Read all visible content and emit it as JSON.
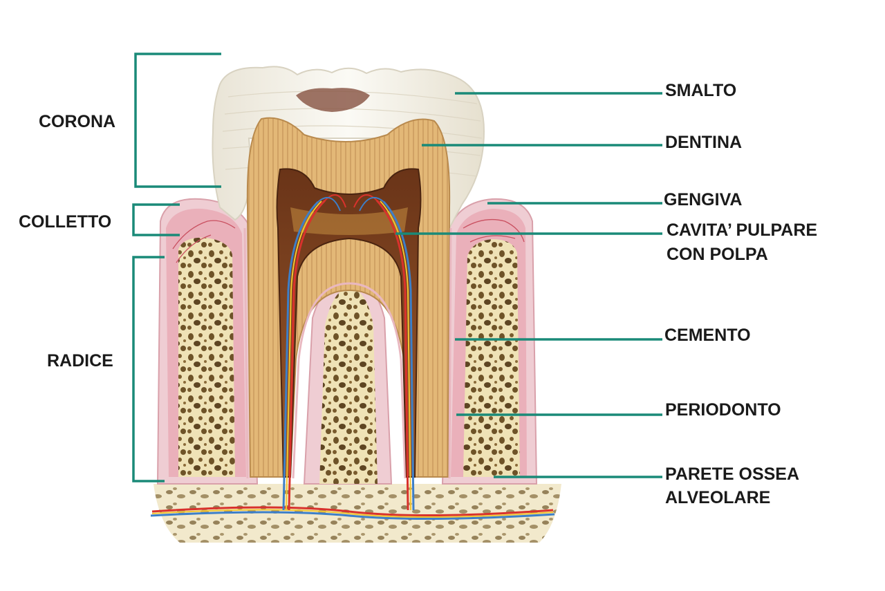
{
  "colors": {
    "leader": "#1a8a78",
    "enamel": "#f7f4ec",
    "dentin": "#e0b574",
    "pulp": "#8a4a2a",
    "gum": "#e8a3ae",
    "bone": "#eee0b4",
    "bone_pores": "#6e5328",
    "artery": "#d8322c",
    "vein": "#3d7fc8",
    "nerve": "#f2c531"
  },
  "left_labels": {
    "corona": "CORONA",
    "colletto": "COLLETTO",
    "radice": "RADICE"
  },
  "right_labels": {
    "smalto": "SMALTO",
    "dentina": "DENTINA",
    "gengiva": "GENGIVA",
    "cavita_line1": "CAVITA’ PULPARE",
    "cavita_line2": "CON POLPA",
    "cemento": "CEMENTO",
    "periodonto": "PERIODONTO",
    "parete_line1": "PARETE OSSEA",
    "parete_line2": "ALVEOLARE"
  }
}
